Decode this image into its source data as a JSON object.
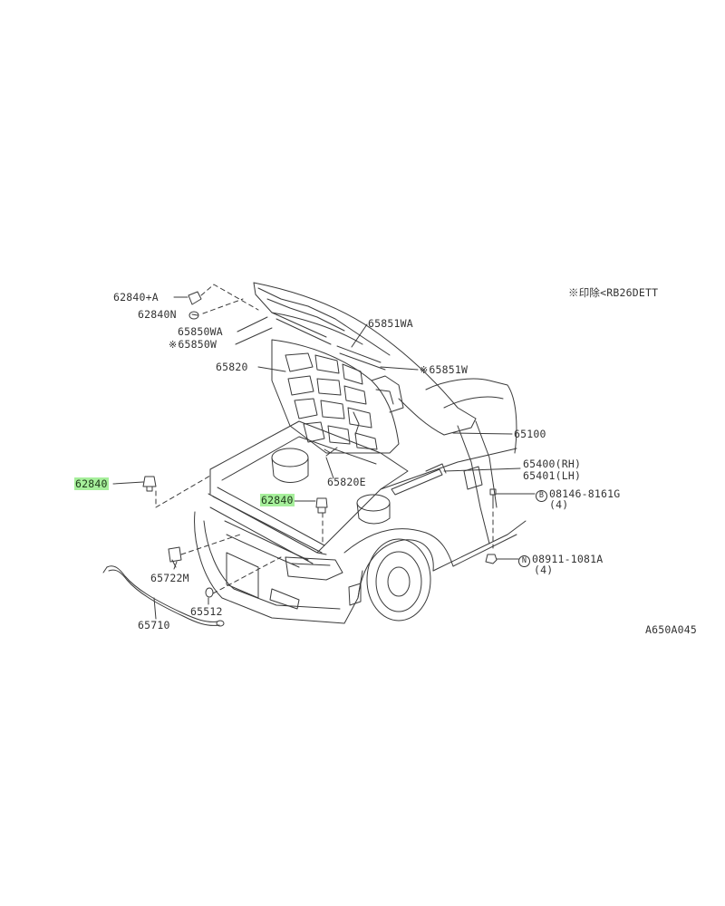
{
  "note_text": "※印除<RB26DETT",
  "drawing_id": "A650A045",
  "accent_color": "#a6ef9b",
  "labels": {
    "p62840A": "62840+A",
    "p62840N": "62840N",
    "p65850WA": "65850WA",
    "p65850W": "65850W",
    "p65820": "65820",
    "p65851WA": "65851WA",
    "p65851W": "65851W",
    "p65100": "65100",
    "p65400": "65400(RH)",
    "p65401": "65401(LH)",
    "p62840_left": "62840",
    "p62840_center": "62840",
    "p65820E": "65820E",
    "p08146": "08146-8161G",
    "p08146_qty": "(4)",
    "p08911": "08911-1081A",
    "p08911_qty": "(4)",
    "p65722M": "65722M",
    "p65512": "65512",
    "p65710": "65710"
  },
  "symbols": {
    "star": "※",
    "bolt_mark": "B",
    "nut_mark": "N"
  }
}
